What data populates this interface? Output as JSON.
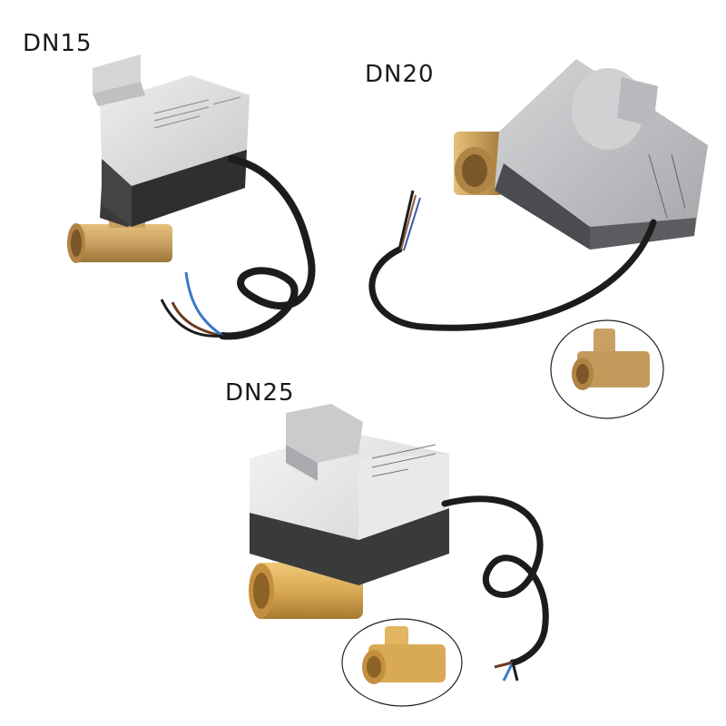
{
  "image": {
    "description": "Product photo of three motorized brass ball valves with electric actuators",
    "background": "#ffffff"
  },
  "products": [
    {
      "id": "dn15",
      "label": "DN15",
      "actuator_top_color": "#d9dadb",
      "actuator_base_color": "#3a3a3a",
      "valve_color": "#c9a063",
      "wires": [
        "black",
        "brown",
        "blue"
      ]
    },
    {
      "id": "dn20",
      "label": "DN20",
      "actuator_top_color": "#bfc1c4",
      "actuator_base_color": "#4a4c4f",
      "valve_color": "#c9a063",
      "wires": [
        "black",
        "brown",
        "blue"
      ],
      "inset": "brass valve body close-up"
    },
    {
      "id": "dn25",
      "label": "DN25",
      "actuator_top_color": "#e2e3e4",
      "actuator_base_color": "#3a3a3a",
      "valve_color": "#d8aa55",
      "wires": [
        "brown",
        "blue",
        "black"
      ],
      "inset": "brass valve body close-up"
    }
  ],
  "colors": {
    "label_text": "#1a1a1a",
    "cable": "#1c1c1c",
    "wire_blue": "#3a78c9",
    "wire_brown": "#6b3a22",
    "brass_light": "#e6c07a",
    "brass_dark": "#9c7636"
  }
}
